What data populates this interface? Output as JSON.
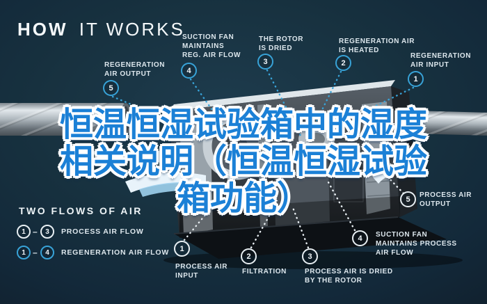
{
  "title": {
    "word_bold": "HOW",
    "word_light": "IT WORKS"
  },
  "headline": {
    "line1": "恒温恒湿试验箱中的湿度",
    "line2": "相关说明（恒温恒湿试验",
    "line3": "箱功能）"
  },
  "regeneration_callouts": [
    {
      "step": "5",
      "label": "REGENERATION\nAIR OUTPUT"
    },
    {
      "step": "4",
      "label": "SUCTION FAN\nMAINTAINS\nREG. AIR FLOW"
    },
    {
      "step": "3",
      "label": "THE ROTOR\nIS DRIED"
    },
    {
      "step": "2",
      "label": "REGENERATION AIR\nIS HEATED"
    },
    {
      "step": "1",
      "label": "REGENERATION\nAIR INPUT"
    }
  ],
  "process_callouts": [
    {
      "step": "1",
      "label": "PROCESS AIR\nINPUT"
    },
    {
      "step": "2",
      "label": "FILTRATION"
    },
    {
      "step": "3",
      "label": "PROCESS AIR IS DRIED\nBY THE ROTOR"
    },
    {
      "step": "4",
      "label": "SUCTION FAN\nMAINTAINS PROCESS\nAIR FLOW"
    },
    {
      "step": "5",
      "label": "PROCESS AIR\nOUTPUT"
    }
  ],
  "legend": {
    "title": "TWO FLOWS OF AIR",
    "separator": "–",
    "rows": [
      {
        "from": "1",
        "to": "3",
        "label": "PROCESS AIR FLOW"
      },
      {
        "from": "1",
        "to": "4",
        "label": "REGENERATION AIR FLOW"
      }
    ]
  },
  "colors": {
    "background_dark": "#101f2c",
    "background_mid": "#16303f",
    "accent_cyan": "#38a3d8",
    "label_text": "#dde7ed",
    "headline_fill": "#1b80d6",
    "headline_outline": "#ffffff"
  }
}
